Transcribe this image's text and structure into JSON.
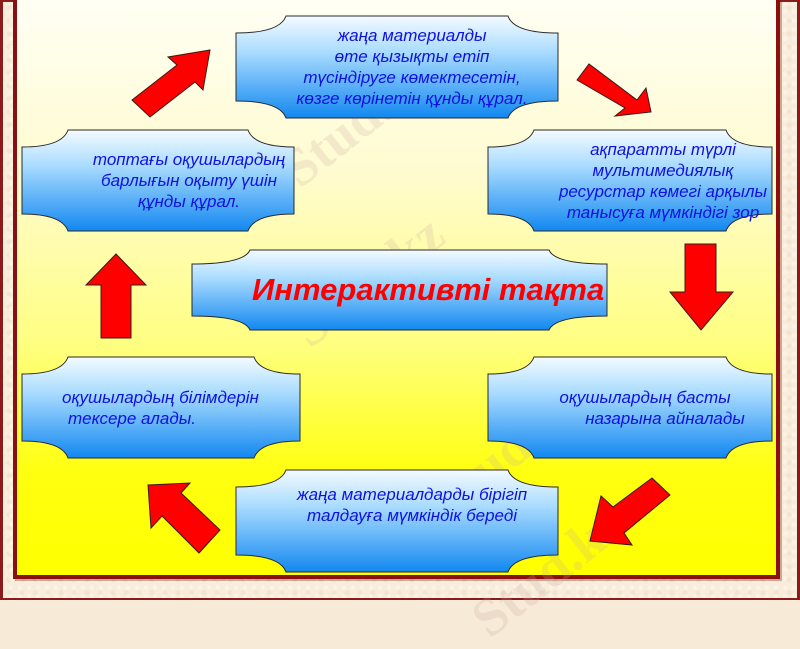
{
  "slide": {
    "title": "Интерактивті тақта",
    "colors": {
      "frame": "#8a0f0f",
      "background_top": "#fffff4",
      "background_bottom": "#ffff00",
      "box_top": "#e8f6ff",
      "box_bottom": "#1a8cf0",
      "text": "#1010e0",
      "title_text": "#ff0000",
      "arrow": "#ff0000"
    },
    "watermark": "Stud.kz",
    "boxes": {
      "top": {
        "lines": [
          "жаңа материалды",
          "өте қызықты етіп",
          "түсіндіруге көмектесетін,",
          "көзге көрінетін құнды құрал."
        ]
      },
      "right_upper": {
        "lines": [
          "ақпаратты түрлі",
          "мультимедиялық",
          "ресурстар көмегі арқылы",
          "танысуға мүмкіндігі зор"
        ]
      },
      "right_lower": {
        "lines": [
          "оқушылардың басты",
          "назарына айналады"
        ]
      },
      "bottom": {
        "lines": [
          "жаңа материалдарды бірігіп",
          "талдауға мүмкіндік береді"
        ]
      },
      "left_lower": {
        "lines": [
          "оқушылардың білімдерін",
          "тексере  алады."
        ]
      },
      "left_upper": {
        "lines": [
          "топтағы оқушылардың",
          "барлығын оқыту үшін",
          "құнды құрал."
        ]
      }
    },
    "arrows": [
      {
        "id": "top-to-right-upper",
        "direction": "down-right"
      },
      {
        "id": "right-upper-to-right-lower",
        "direction": "down"
      },
      {
        "id": "right-lower-to-bottom",
        "direction": "down-left"
      },
      {
        "id": "bottom-to-left-lower",
        "direction": "up-left"
      },
      {
        "id": "left-lower-to-left-upper",
        "direction": "up"
      },
      {
        "id": "left-upper-to-top",
        "direction": "up-right"
      }
    ]
  }
}
